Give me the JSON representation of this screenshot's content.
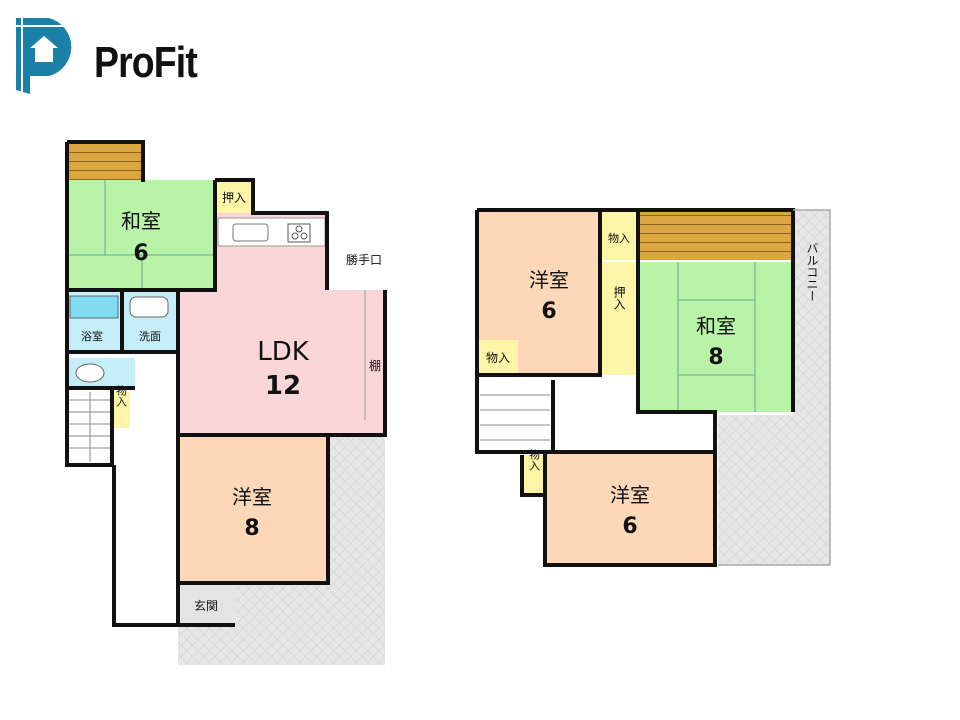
{
  "logo": {
    "text": "ProFit",
    "color": "#1b7fa6"
  },
  "floor1": {
    "washitsu": {
      "label": "和室",
      "size": "6"
    },
    "oshiire": "押入",
    "katteguchi": "勝手口",
    "ldk": {
      "label": "LDK",
      "size": "12"
    },
    "tana": "棚",
    "bath": "浴室",
    "senmen": "洗面",
    "monoire": "物入",
    "youshitsu": {
      "label": "洋室",
      "size": "8"
    },
    "genkan": "玄関"
  },
  "floor2": {
    "youshitsu_a": {
      "label": "洋室",
      "size": "6"
    },
    "monoire_top": "物入",
    "oshiire": "押入",
    "washitsu": {
      "label": "和室",
      "size": "8"
    },
    "monoire_left": "物入",
    "monoire_bottom": "物入",
    "youshitsu_b": {
      "label": "洋室",
      "size": "6"
    },
    "balcony": "バルコニー"
  },
  "colors": {
    "green": "#b9f3a8",
    "pink": "#fbd6d9",
    "orange": "#fdd8b8",
    "blue": "#c6eef8",
    "yellow": "#fdf6a8",
    "tatami": "#dba640",
    "gray": "#e4e4e4"
  }
}
